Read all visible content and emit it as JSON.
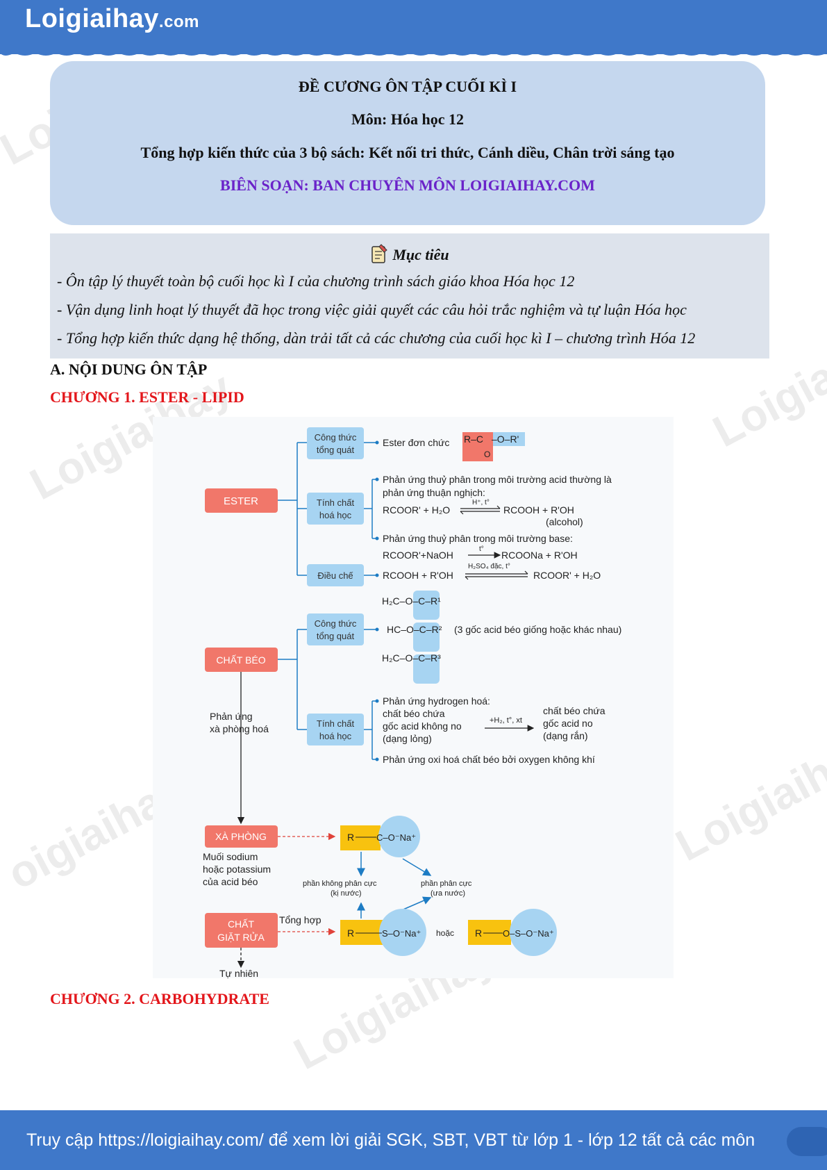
{
  "header": {
    "logo_main": "Loigiaihay",
    "logo_suffix": ".com"
  },
  "title_box": {
    "line1": "ĐỀ CƯƠNG ÔN TẬP CUỐI KÌ I",
    "line2": "Môn: Hóa học 12",
    "line3": "Tổng hợp kiến thức của 3 bộ sách: Kết nối tri thức, Cánh diều, Chân trời sáng tạo",
    "line4": "BIÊN SOẠN: BAN CHUYÊN MÔN LOIGIAIHAY.COM"
  },
  "objectives": {
    "title": "Mục tiêu",
    "icon": "notepad-icon",
    "items": [
      "- Ôn tập lý thuyết toàn bộ cuối học kì I của chương trình sách giáo khoa Hóa học 12",
      "- Vận dụng linh hoạt lý thuyết đã học trong việc giải quyết các câu hỏi trắc nghiệm và tự luận Hóa học",
      "- Tổng hợp kiến thức dạng hệ thống, dàn trải tất cả các chương của cuối học kì I – chương trình Hóa 12"
    ]
  },
  "section_a": "A. NỘI DUNG ÔN TẬP",
  "chapter1": "CHƯƠNG 1. ESTER - LIPID",
  "chapter2": "CHƯƠNG 2. CARBOHYDRATE",
  "diagram": {
    "ester": "ESTER",
    "ester_general_1": "Công thức",
    "ester_general_2": "tổng quát",
    "ester_general_text": "Ester đơn chức",
    "ester_formula_r": "R–C",
    "ester_formula_o": "O",
    "ester_formula_r2": "–O–R'",
    "chem_prop_1": "Tính chất",
    "chem_prop_2": "hoá học",
    "hydrolysis_acid_1": "Phản ứng thuỷ phân trong môi trường acid thường là",
    "hydrolysis_acid_2": "phản ứng thuận nghịch:",
    "hydrolysis_acid_eq_left": "RCOOR' + H₂O",
    "hydrolysis_acid_cond": "H⁺, t°",
    "hydrolysis_acid_eq_right": "RCOOH + R'OH",
    "alcohol": "(alcohol)",
    "hydrolysis_base": "Phản ứng thuỷ phân trong môi trường base:",
    "hydrolysis_base_left": "RCOOR'+NaOH",
    "hydrolysis_base_cond": "t°",
    "hydrolysis_base_right": "RCOONa + R'OH",
    "prep": "Điều chế",
    "prep_left": "RCOOH + R'OH",
    "prep_cond": "H₂SO₄ đặc, t°",
    "prep_right": "RCOOR' + H₂O",
    "fat": "CHẤT BÉO",
    "fat_general_1": "Công thức",
    "fat_general_2": "tổng quát",
    "fat_row1": "H₂C–O–C–R¹",
    "fat_row2": "HC–O–C–R²",
    "fat_row3": "H₂C–O–C–R³",
    "fat_note": "(3 gốc acid béo giống hoặc khác nhau)",
    "fat_chem_1": "Tính chất",
    "fat_chem_2": "hoá học",
    "hydrogenation": "Phản ứng hydrogen hoá:",
    "hyd_left_1": "chất béo chứa",
    "hyd_left_2": "gốc acid không no",
    "hyd_left_3": "(dạng lỏng)",
    "hyd_cond": "+H₂, t°, xt",
    "hyd_right_1": "chất béo chứa",
    "hyd_right_2": "gốc acid no",
    "hyd_right_3": "(dạng rắn)",
    "oxidation": "Phản ứng oxi hoá chất béo bởi oxygen không khí",
    "saponification_1": "Phản ứng",
    "saponification_2": "xà phòng hoá",
    "soap": "XÀ PHÒNG",
    "soap_desc_1": "Muối sodium",
    "soap_desc_2": "hoặc potassium",
    "soap_desc_3": "của acid béo",
    "soap_r": "R",
    "soap_head": "C–O⁻Na⁺",
    "nonpolar_1": "phần không phân cực",
    "nonpolar_2": "(kị nước)",
    "polar_1": "phần phân cực",
    "polar_2": "(ưa nước)",
    "detergent_1": "CHẤT",
    "detergent_2": "GIẶT RỬA",
    "synthesis": "Tổng hợp",
    "det_head": "S–O⁻Na⁺",
    "or": "hoặc",
    "det2_head": "O–S–O⁻Na⁺",
    "natural": "Tự nhiên"
  },
  "footer": {
    "text": "Truy cập https://loigiaihay.com/ để xem lời giải SGK, SBT, VBT từ lớp 1 -  lớp 12 tất cả các môn"
  },
  "colors": {
    "band": "#3f78c9",
    "title_box": "#c5d7ee",
    "objectives_box": "#dde3ec",
    "chapter_red": "#e3161b",
    "author_purple": "#6a23c9",
    "diagram_salmon": "#f1776a",
    "diagram_light_blue": "#a7d4f2",
    "diagram_yellow": "#f8c20f"
  }
}
